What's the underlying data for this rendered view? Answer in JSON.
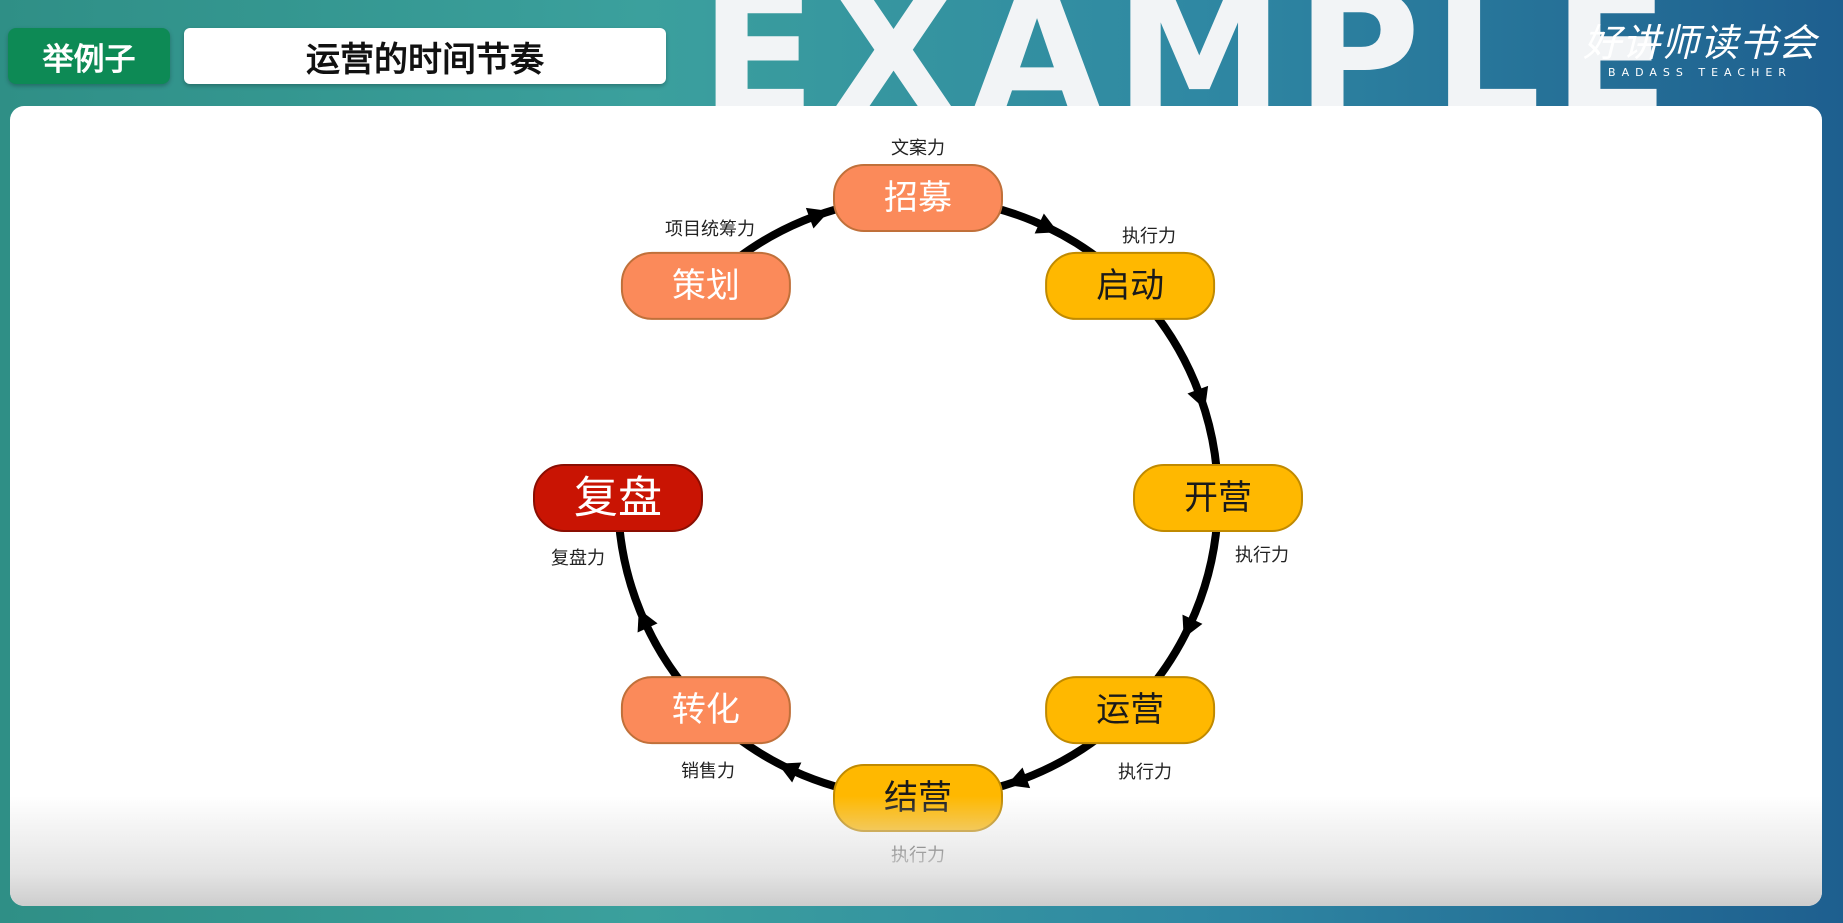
{
  "header": {
    "tag": "举例子",
    "title": "运营的时间节奏",
    "watermark": "EXAMPLE",
    "brand_main": "好讲师读书会",
    "brand_sub": "BADASS TEACHER"
  },
  "colors": {
    "orange": "#fb8a5a",
    "yellow": "#ffb800",
    "red": "#c91403",
    "tag_green": "#0d8a55"
  },
  "cycle": {
    "nodes": [
      {
        "label": "招募",
        "skill": "文案力",
        "color": "orange"
      },
      {
        "label": "启动",
        "skill": "执行力",
        "color": "yellow"
      },
      {
        "label": "开营",
        "skill": "执行力",
        "color": "yellow"
      },
      {
        "label": "运营",
        "skill": "执行力",
        "color": "yellow"
      },
      {
        "label": "结营",
        "skill": "执行力",
        "color": "yellow"
      },
      {
        "label": "转化",
        "skill": "销售力",
        "color": "orange"
      },
      {
        "label": "复盘",
        "skill": "复盘力",
        "color": "red"
      },
      {
        "label": "策划",
        "skill": "项目统筹力",
        "color": "orange"
      }
    ]
  }
}
